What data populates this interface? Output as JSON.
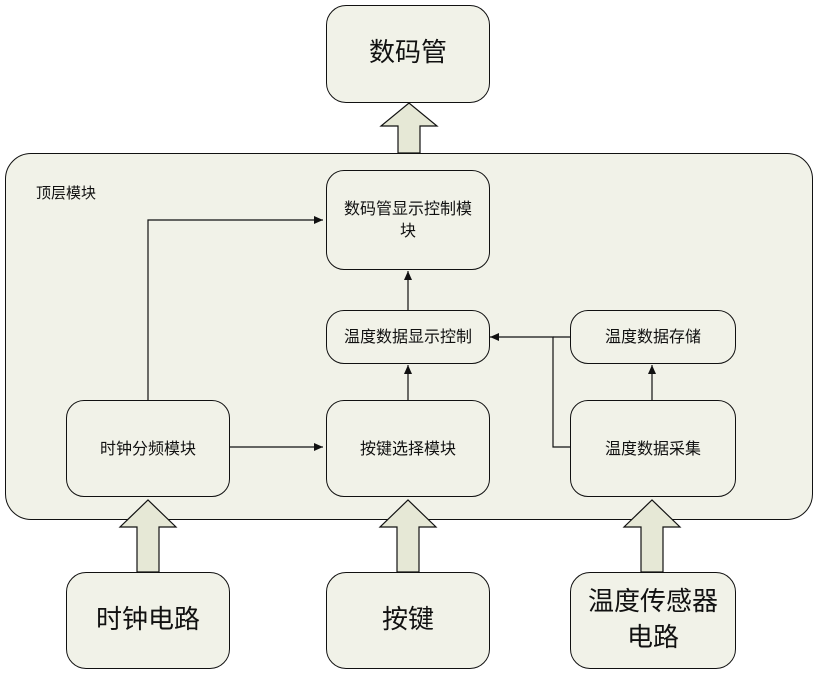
{
  "top": {
    "display_label": "数码管"
  },
  "container": {
    "label": "顶层模块"
  },
  "modules": {
    "display_control": "数码管显示控制模块",
    "temp_display_control": "温度数据显示控制",
    "temp_storage": "温度数据存储",
    "clock_divider": "时钟分频模块",
    "key_select": "按键选择模块",
    "temp_acquire": "温度数据采集"
  },
  "inputs": {
    "clock_circuit": "时钟电路",
    "keys": "按键",
    "temp_sensor": "温度传感器电路"
  },
  "colors": {
    "fill": "#f1f2e8",
    "arrow_fill": "#e6e8d6",
    "stroke": "#111111"
  }
}
